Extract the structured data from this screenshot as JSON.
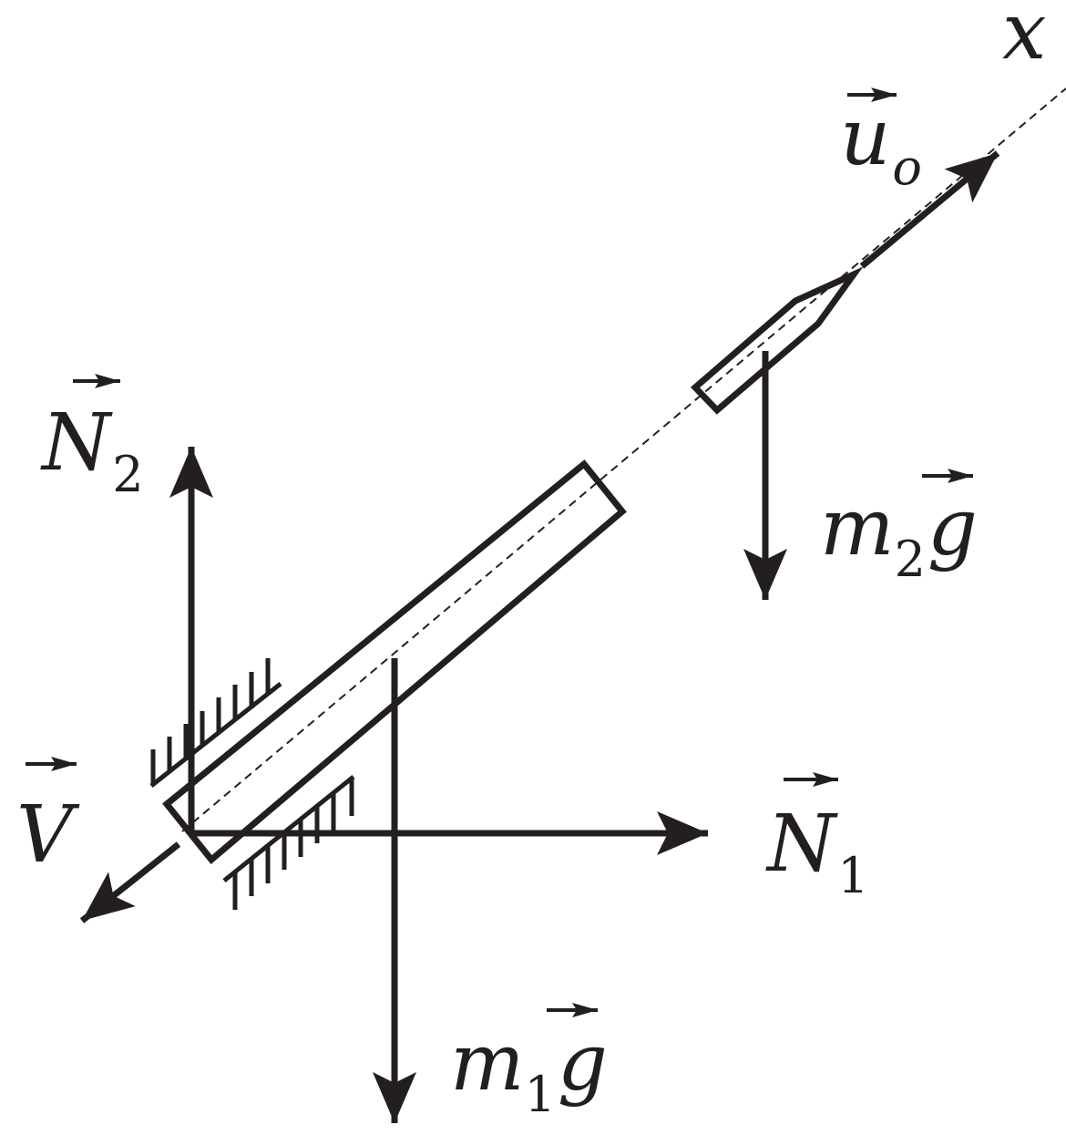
{
  "colors": {
    "ink": "#231f20",
    "background": "#ffffff"
  },
  "labels": {
    "axis": {
      "main": "x"
    },
    "u0": {
      "main": "u",
      "sub": "o"
    },
    "N2": {
      "main": "N",
      "sub": "2"
    },
    "N1": {
      "main": "N",
      "sub": "1"
    },
    "V": {
      "main": "V"
    },
    "m2g": {
      "m": "m",
      "sub": "2",
      "g": "g"
    },
    "m1g": {
      "m": "m",
      "sub": "1",
      "g": "g"
    }
  }
}
